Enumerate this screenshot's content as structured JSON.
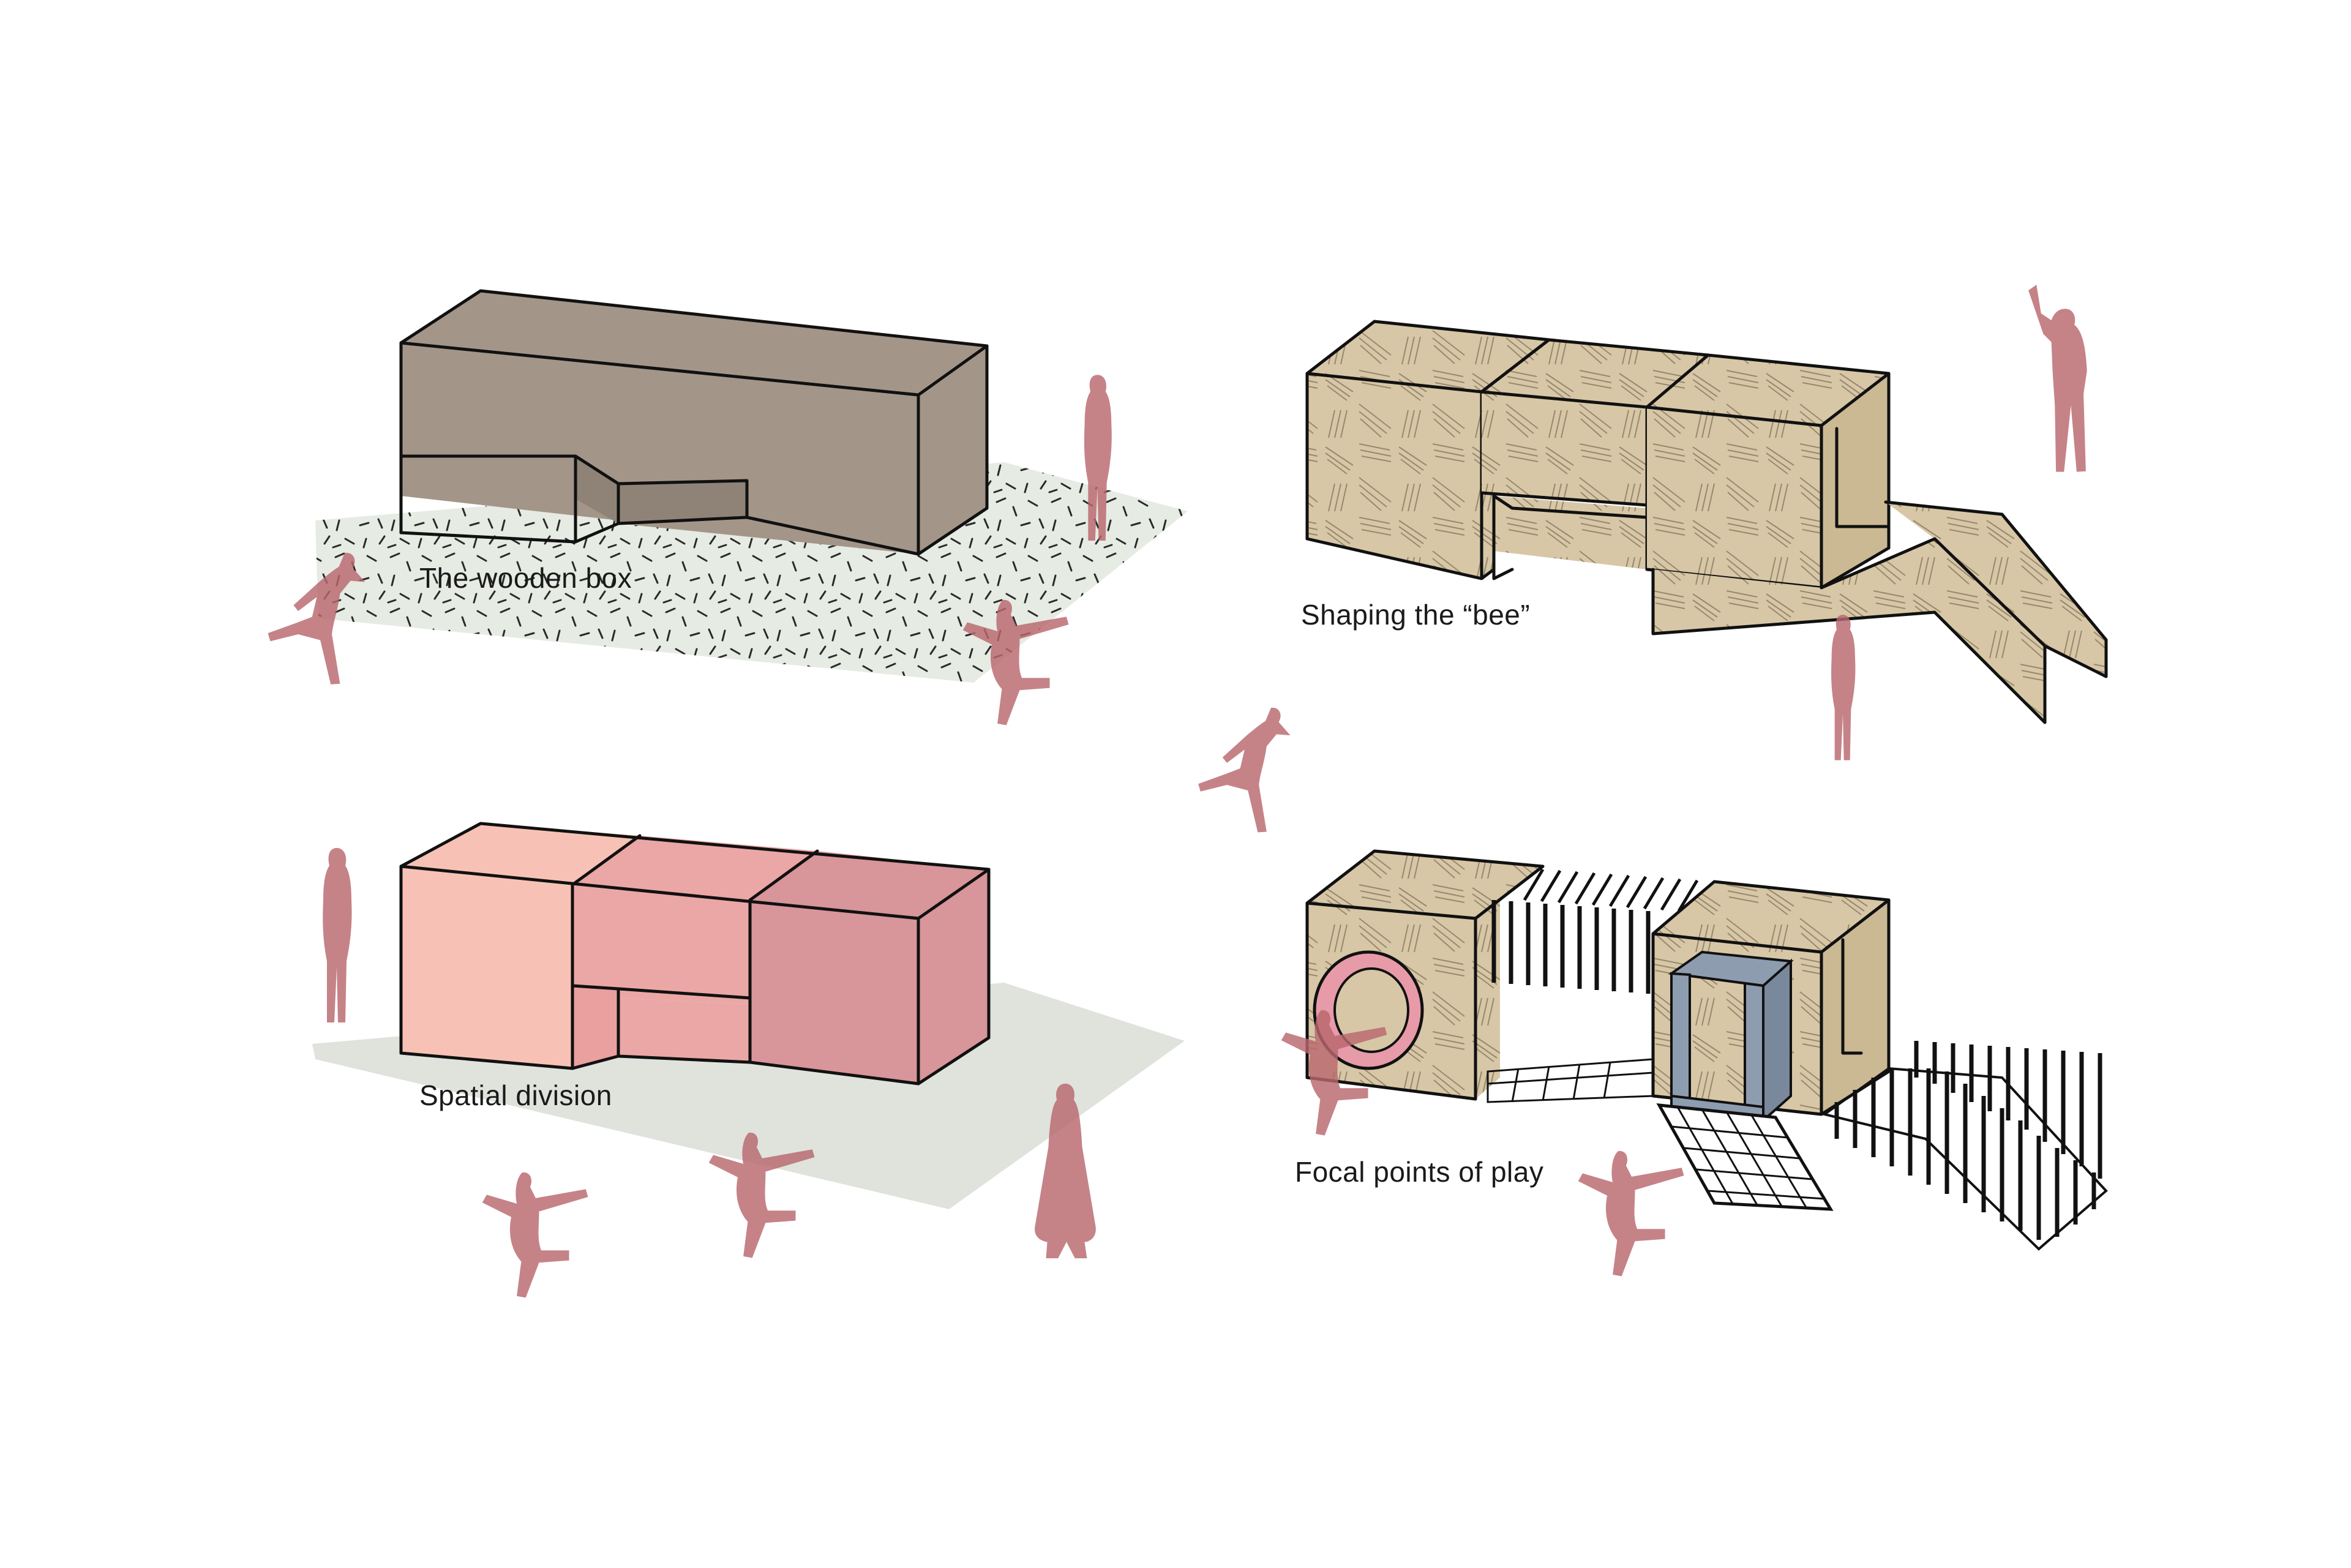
{
  "captions": {
    "wooden_box": "The wooden box",
    "shaping_bee": "Shaping the “bee”",
    "spatial_division": "Spatial division",
    "focal_points": "Focal points of play"
  },
  "colors": {
    "figure": "#b9686e",
    "box_brown": "#a39689",
    "wood": "#d7c7a6",
    "wood_hatch": "#8c7c63",
    "ground_grey": "#dfe3dc",
    "pink_light": "#f7c2b5",
    "pink_mid": "#eba7a5",
    "pink_dark": "#d8959a",
    "frame_blue": "#8e9cb0",
    "ring_pink": "#e79aa8",
    "outline": "#111111"
  },
  "icons": [
    "person-silhouette-icon"
  ]
}
